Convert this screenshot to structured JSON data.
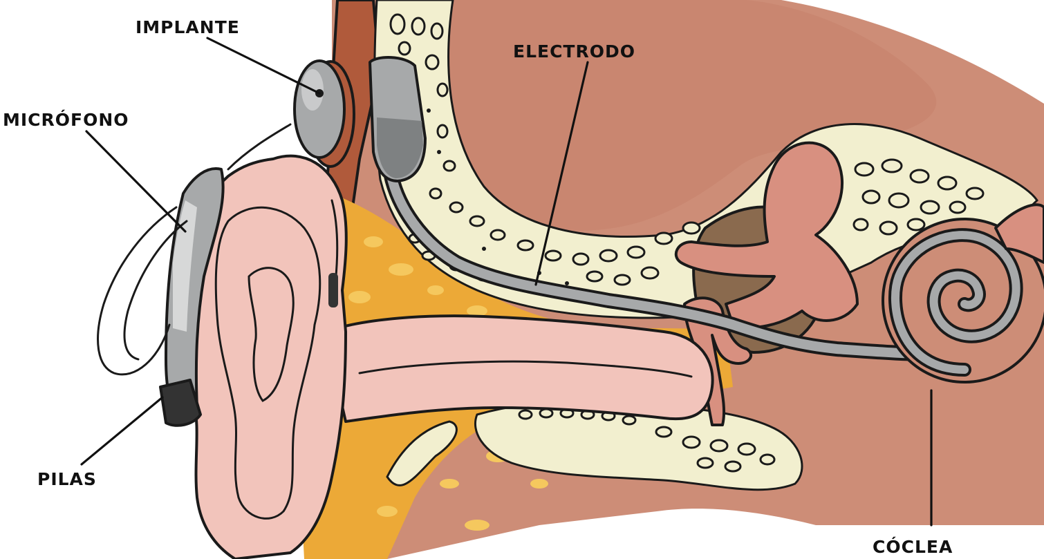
{
  "labels": {
    "implant": "IMPLANTE",
    "microphone": "MICRÓFONO",
    "batteries": "PILAS",
    "electrode": "ELECTRODO",
    "cochlea": "CÓCLEA"
  },
  "colors": {
    "skin": "#f2c4bb",
    "skin_dark": "#e8a99d",
    "tissue": "#cd8d77",
    "tissue_dark": "#b87662",
    "bone": "#f3efc7",
    "fat": "#eca937",
    "fat_light": "#f5c85e",
    "device_gray": "#a7a9aa",
    "device_dark": "#5e6162",
    "auricle_brown": "#b05a3b",
    "outline": "#1a1a1a"
  }
}
